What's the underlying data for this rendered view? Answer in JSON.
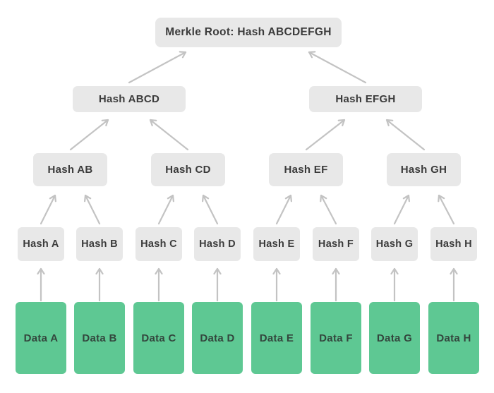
{
  "diagram": {
    "root": {
      "label": "Merkle Root: Hash ABCDEFGH"
    },
    "level2": [
      {
        "label": "Hash ABCD"
      },
      {
        "label": "Hash EFGH"
      }
    ],
    "level3": [
      {
        "label": "Hash AB"
      },
      {
        "label": "Hash CD"
      },
      {
        "label": "Hash EF"
      },
      {
        "label": "Hash GH"
      }
    ],
    "level4": [
      {
        "label": "Hash A"
      },
      {
        "label": "Hash B"
      },
      {
        "label": "Hash C"
      },
      {
        "label": "Hash D"
      },
      {
        "label": "Hash E"
      },
      {
        "label": "Hash F"
      },
      {
        "label": "Hash G"
      },
      {
        "label": "Hash H"
      }
    ],
    "leaves": [
      {
        "label": "Data A"
      },
      {
        "label": "Data B"
      },
      {
        "label": "Data C"
      },
      {
        "label": "Data D"
      },
      {
        "label": "Data E"
      },
      {
        "label": "Data F"
      },
      {
        "label": "Data G"
      },
      {
        "label": "Data H"
      }
    ],
    "colors": {
      "hash_box": "#e8e8e8",
      "data_box": "#5ec893",
      "arrow": "#c3c3c3",
      "hash_text": "#3b3b3b",
      "data_text": "#33463d",
      "bg": "#ffffff"
    }
  }
}
